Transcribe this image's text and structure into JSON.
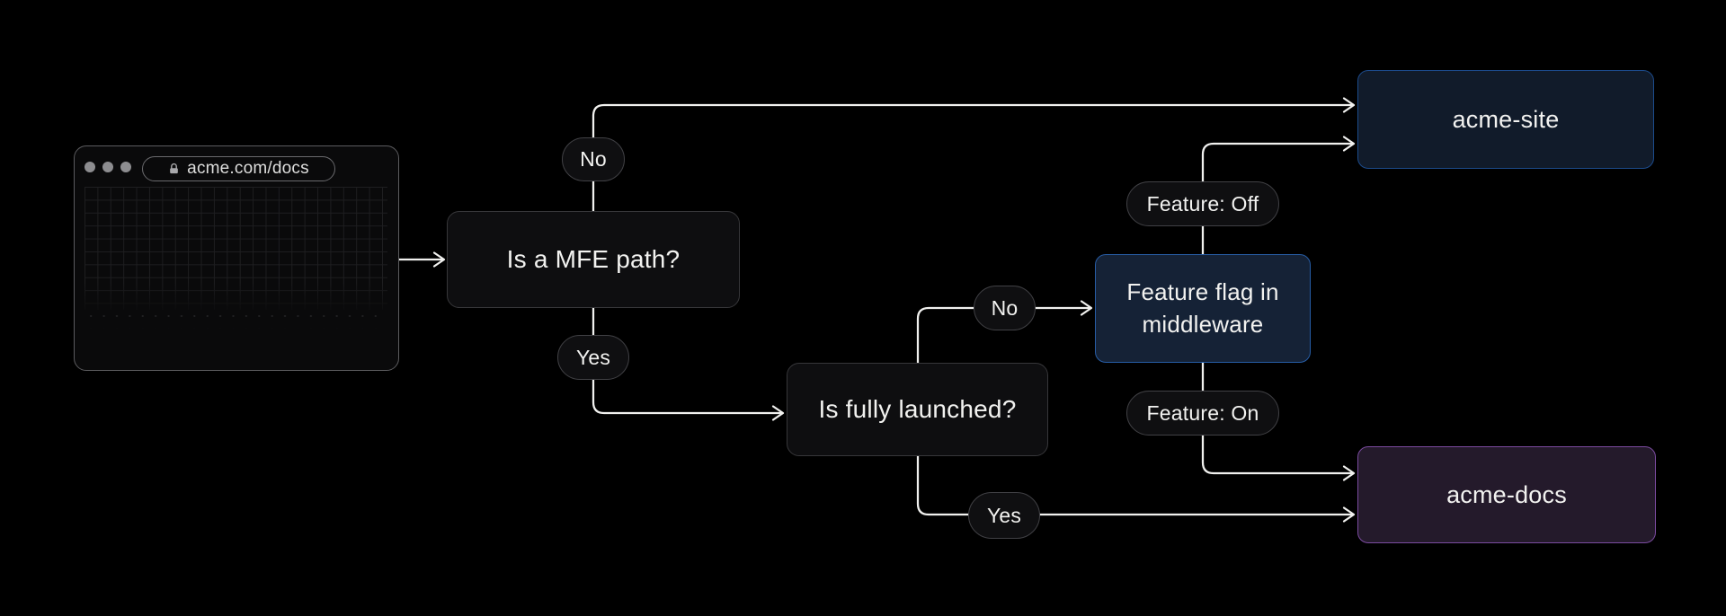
{
  "diagram": {
    "browser": {
      "url": "acme.com/docs"
    },
    "nodes": {
      "mfe_question": "Is a MFE path?",
      "launched_question": "Is fully launched?",
      "middleware_line1": "Feature flag in",
      "middleware_line2": "middleware",
      "site": "acme-site",
      "docs": "acme-docs"
    },
    "edge_labels": {
      "mfe_no": "No",
      "mfe_yes": "Yes",
      "launched_no": "No",
      "launched_yes": "Yes",
      "feature_off": "Feature: Off",
      "feature_on": "Feature: On"
    },
    "colors": {
      "background": "#000000",
      "line": "#f1f1ef",
      "node_fill": "#0e0e10",
      "node_border": "#37373a",
      "pill_fill": "#0f0f11",
      "pill_border": "#414145",
      "site_fill": "#111b2a",
      "site_border": "#1c4b8c",
      "middleware_fill": "#152236",
      "middleware_border": "#275da6",
      "docs_fill": "#241a2b",
      "docs_border": "#7b4ba0",
      "text": "#f2f2f0"
    }
  }
}
